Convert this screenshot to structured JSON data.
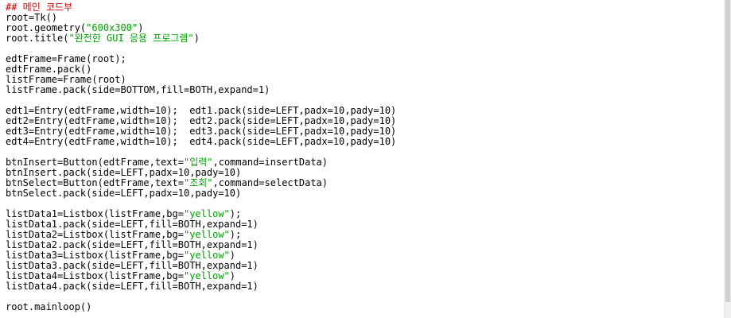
{
  "editor": {
    "lines": [
      [
        {
          "t": "## 메인 코드부",
          "c": "comment"
        }
      ],
      [
        {
          "t": "root=Tk()"
        }
      ],
      [
        {
          "t": "root.geometry("
        },
        {
          "t": "\"600x300\"",
          "c": "str"
        },
        {
          "t": ")"
        }
      ],
      [
        {
          "t": "root.title("
        },
        {
          "t": "\"완전한 GUI 응용 프로그램\"",
          "c": "str"
        },
        {
          "t": ")"
        }
      ],
      [
        {
          "t": ""
        }
      ],
      [
        {
          "t": "edtFrame=Frame(root);"
        }
      ],
      [
        {
          "t": "edtFrame.pack()"
        }
      ],
      [
        {
          "t": "listFrame=Frame(root)"
        }
      ],
      [
        {
          "t": "listFrame.pack(side=BOTTOM,fill=BOTH,expand=1)"
        }
      ],
      [
        {
          "t": ""
        }
      ],
      [
        {
          "t": "edt1=Entry(edtFrame,width=10);  edt1.pack(side=LEFT,padx=10,pady=10)"
        }
      ],
      [
        {
          "t": "edt2=Entry(edtFrame,width=10);  edt2.pack(side=LEFT,padx=10,pady=10)"
        }
      ],
      [
        {
          "t": "edt3=Entry(edtFrame,width=10);  edt3.pack(side=LEFT,padx=10,pady=10)"
        }
      ],
      [
        {
          "t": "edt4=Entry(edtFrame,width=10);  edt4.pack(side=LEFT,padx=10,pady=10)"
        }
      ],
      [
        {
          "t": ""
        }
      ],
      [
        {
          "t": "btnInsert=Button(edtFrame,text="
        },
        {
          "t": "\"입력\"",
          "c": "str"
        },
        {
          "t": ",command=insertData)"
        }
      ],
      [
        {
          "t": "btnInsert.pack(side=LEFT,padx=10,pady=10)"
        }
      ],
      [
        {
          "t": "btnSelect=Button(edtFrame,text="
        },
        {
          "t": "\"조회\"",
          "c": "str"
        },
        {
          "t": ",command=selectData)"
        }
      ],
      [
        {
          "t": "btnSelect.pack(side=LEFT,padx=10,pady=10)"
        }
      ],
      [
        {
          "t": ""
        }
      ],
      [
        {
          "t": "listData1=Listbox(listFrame,bg="
        },
        {
          "t": "\"yellow\"",
          "c": "str"
        },
        {
          "t": ");"
        }
      ],
      [
        {
          "t": "listData1.pack(side=LEFT,fill=BOTH,expand=1)"
        }
      ],
      [
        {
          "t": "listData2=Listbox(listFrame,bg="
        },
        {
          "t": "\"yellow\"",
          "c": "str"
        },
        {
          "t": ");"
        }
      ],
      [
        {
          "t": "listData2.pack(side=LEFT,fill=BOTH,expand=1)"
        }
      ],
      [
        {
          "t": "listData3=Listbox(listFrame,bg="
        },
        {
          "t": "\"yellow\"",
          "c": "str"
        },
        {
          "t": ")"
        }
      ],
      [
        {
          "t": "listData3.pack(side=LEFT,fill=BOTH,expand=1)"
        }
      ],
      [
        {
          "t": "listData4=Listbox(listFrame,bg="
        },
        {
          "t": "\"yellow\"",
          "c": "str"
        },
        {
          "t": ")"
        }
      ],
      [
        {
          "t": "listData4.pack(side=LEFT,fill=BOTH,expand=1)"
        }
      ],
      [
        {
          "t": ""
        }
      ],
      [
        {
          "t": "root.mainloop()"
        }
      ]
    ]
  },
  "colors": {
    "background": "#ffffff",
    "text": "#000000",
    "comment": "#cc0000",
    "string": "#00a000"
  }
}
